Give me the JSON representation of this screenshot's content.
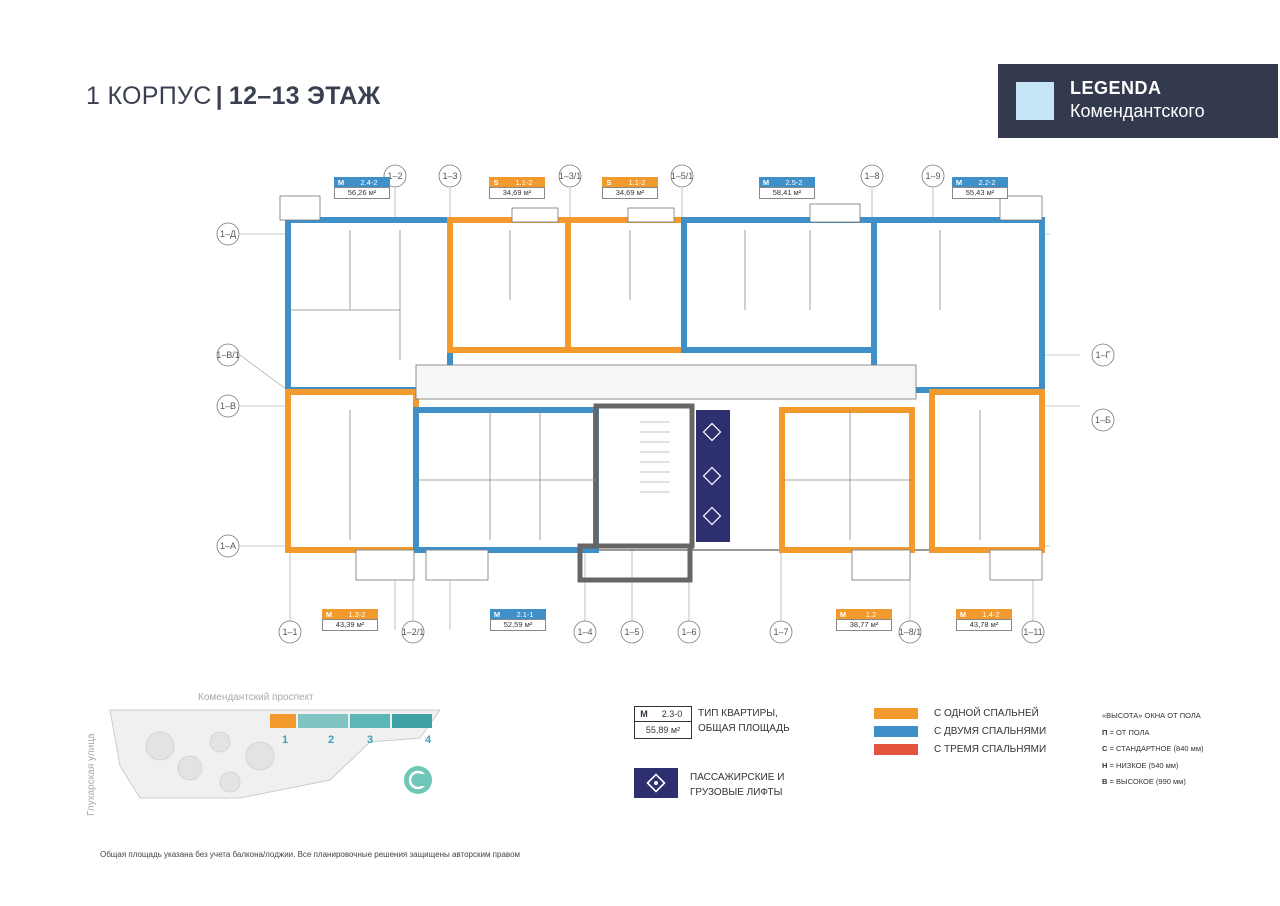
{
  "header": {
    "building": "1 КОРПУС",
    "separator": "|",
    "floor": "12–13 ЭТАЖ"
  },
  "logo": {
    "name": "LEGENDA",
    "subtitle": "Комендантского",
    "panel_color": "#343a4e",
    "square_color": "#c5e4f6"
  },
  "axes": {
    "top": [
      "1–2",
      "1–3",
      "1–3/1",
      "1–5/1",
      "1–8",
      "1–9"
    ],
    "bottom": [
      "1–1",
      "1–2/1",
      "1–4",
      "1–5",
      "1–6",
      "1–7",
      "1–8/1",
      "1–11"
    ],
    "left": [
      "1–Д",
      "1–В/1",
      "1–В",
      "1–А"
    ],
    "right": [
      "1–Г",
      "1–Б"
    ]
  },
  "apartments": [
    {
      "type": "M",
      "code": "2.4-2",
      "area": "56,26 м²",
      "color": "blue"
    },
    {
      "type": "S",
      "code": "1.1-2",
      "area": "34,69 м²",
      "color": "orange"
    },
    {
      "type": "S",
      "code": "1.1-2",
      "area": "34,69 м²",
      "color": "orange"
    },
    {
      "type": "M",
      "code": "2.5-2",
      "area": "58,41 м²",
      "color": "blue"
    },
    {
      "type": "M",
      "code": "2.2-2",
      "area": "55,43 м²",
      "color": "blue"
    },
    {
      "type": "M",
      "code": "1.3-2",
      "area": "43,39 м²",
      "color": "orange"
    },
    {
      "type": "M",
      "code": "2.1-1",
      "area": "52,59 м²",
      "color": "blue"
    },
    {
      "type": "M",
      "code": "1.2",
      "area": "38,77 м²",
      "color": "orange"
    },
    {
      "type": "M",
      "code": "1.4-2",
      "area": "43,78 м²",
      "color": "orange"
    }
  ],
  "legend": {
    "sample": {
      "type": "M",
      "code": "2.3-0",
      "area": "55,89 м²"
    },
    "sample_text": "ТИП КВАРТИРЫ, ОБЩАЯ ПЛОЩАДЬ",
    "lifts_text": "ПАССАЖИРСКИЕ И ГРУЗОВЫЕ ЛИФТЫ",
    "bedrooms": [
      {
        "label": "С ОДНОЙ СПАЛЬНЕЙ",
        "color": "#f29a2e"
      },
      {
        "label": "С ДВУМЯ СПАЛЬНЯМИ",
        "color": "#3f8fc9"
      },
      {
        "label": "С ТРЕМЯ СПАЛЬНЯМИ",
        "color": "#e2543c"
      }
    ],
    "windows": {
      "title": "«ВЫСОТА» ОКНА ОТ ПОЛА",
      "items": [
        {
          "code": "П",
          "text": "= ОТ ПОЛА"
        },
        {
          "code": "С",
          "text": "= СТАНДАРТНОЕ (840 мм)"
        },
        {
          "code": "Н",
          "text": "= НИЗКОЕ (540 мм)"
        },
        {
          "code": "В",
          "text": "= ВЫСОКОЕ (990 мм)"
        }
      ]
    }
  },
  "site_map": {
    "avenue": "Комендантский проспект",
    "street": "Глухарская улица",
    "sections": [
      "1",
      "2",
      "3",
      "4"
    ]
  },
  "footnote": "Общая площадь указана без учета балкона/лоджии. Все планировочные решения защищены авторским правом"
}
